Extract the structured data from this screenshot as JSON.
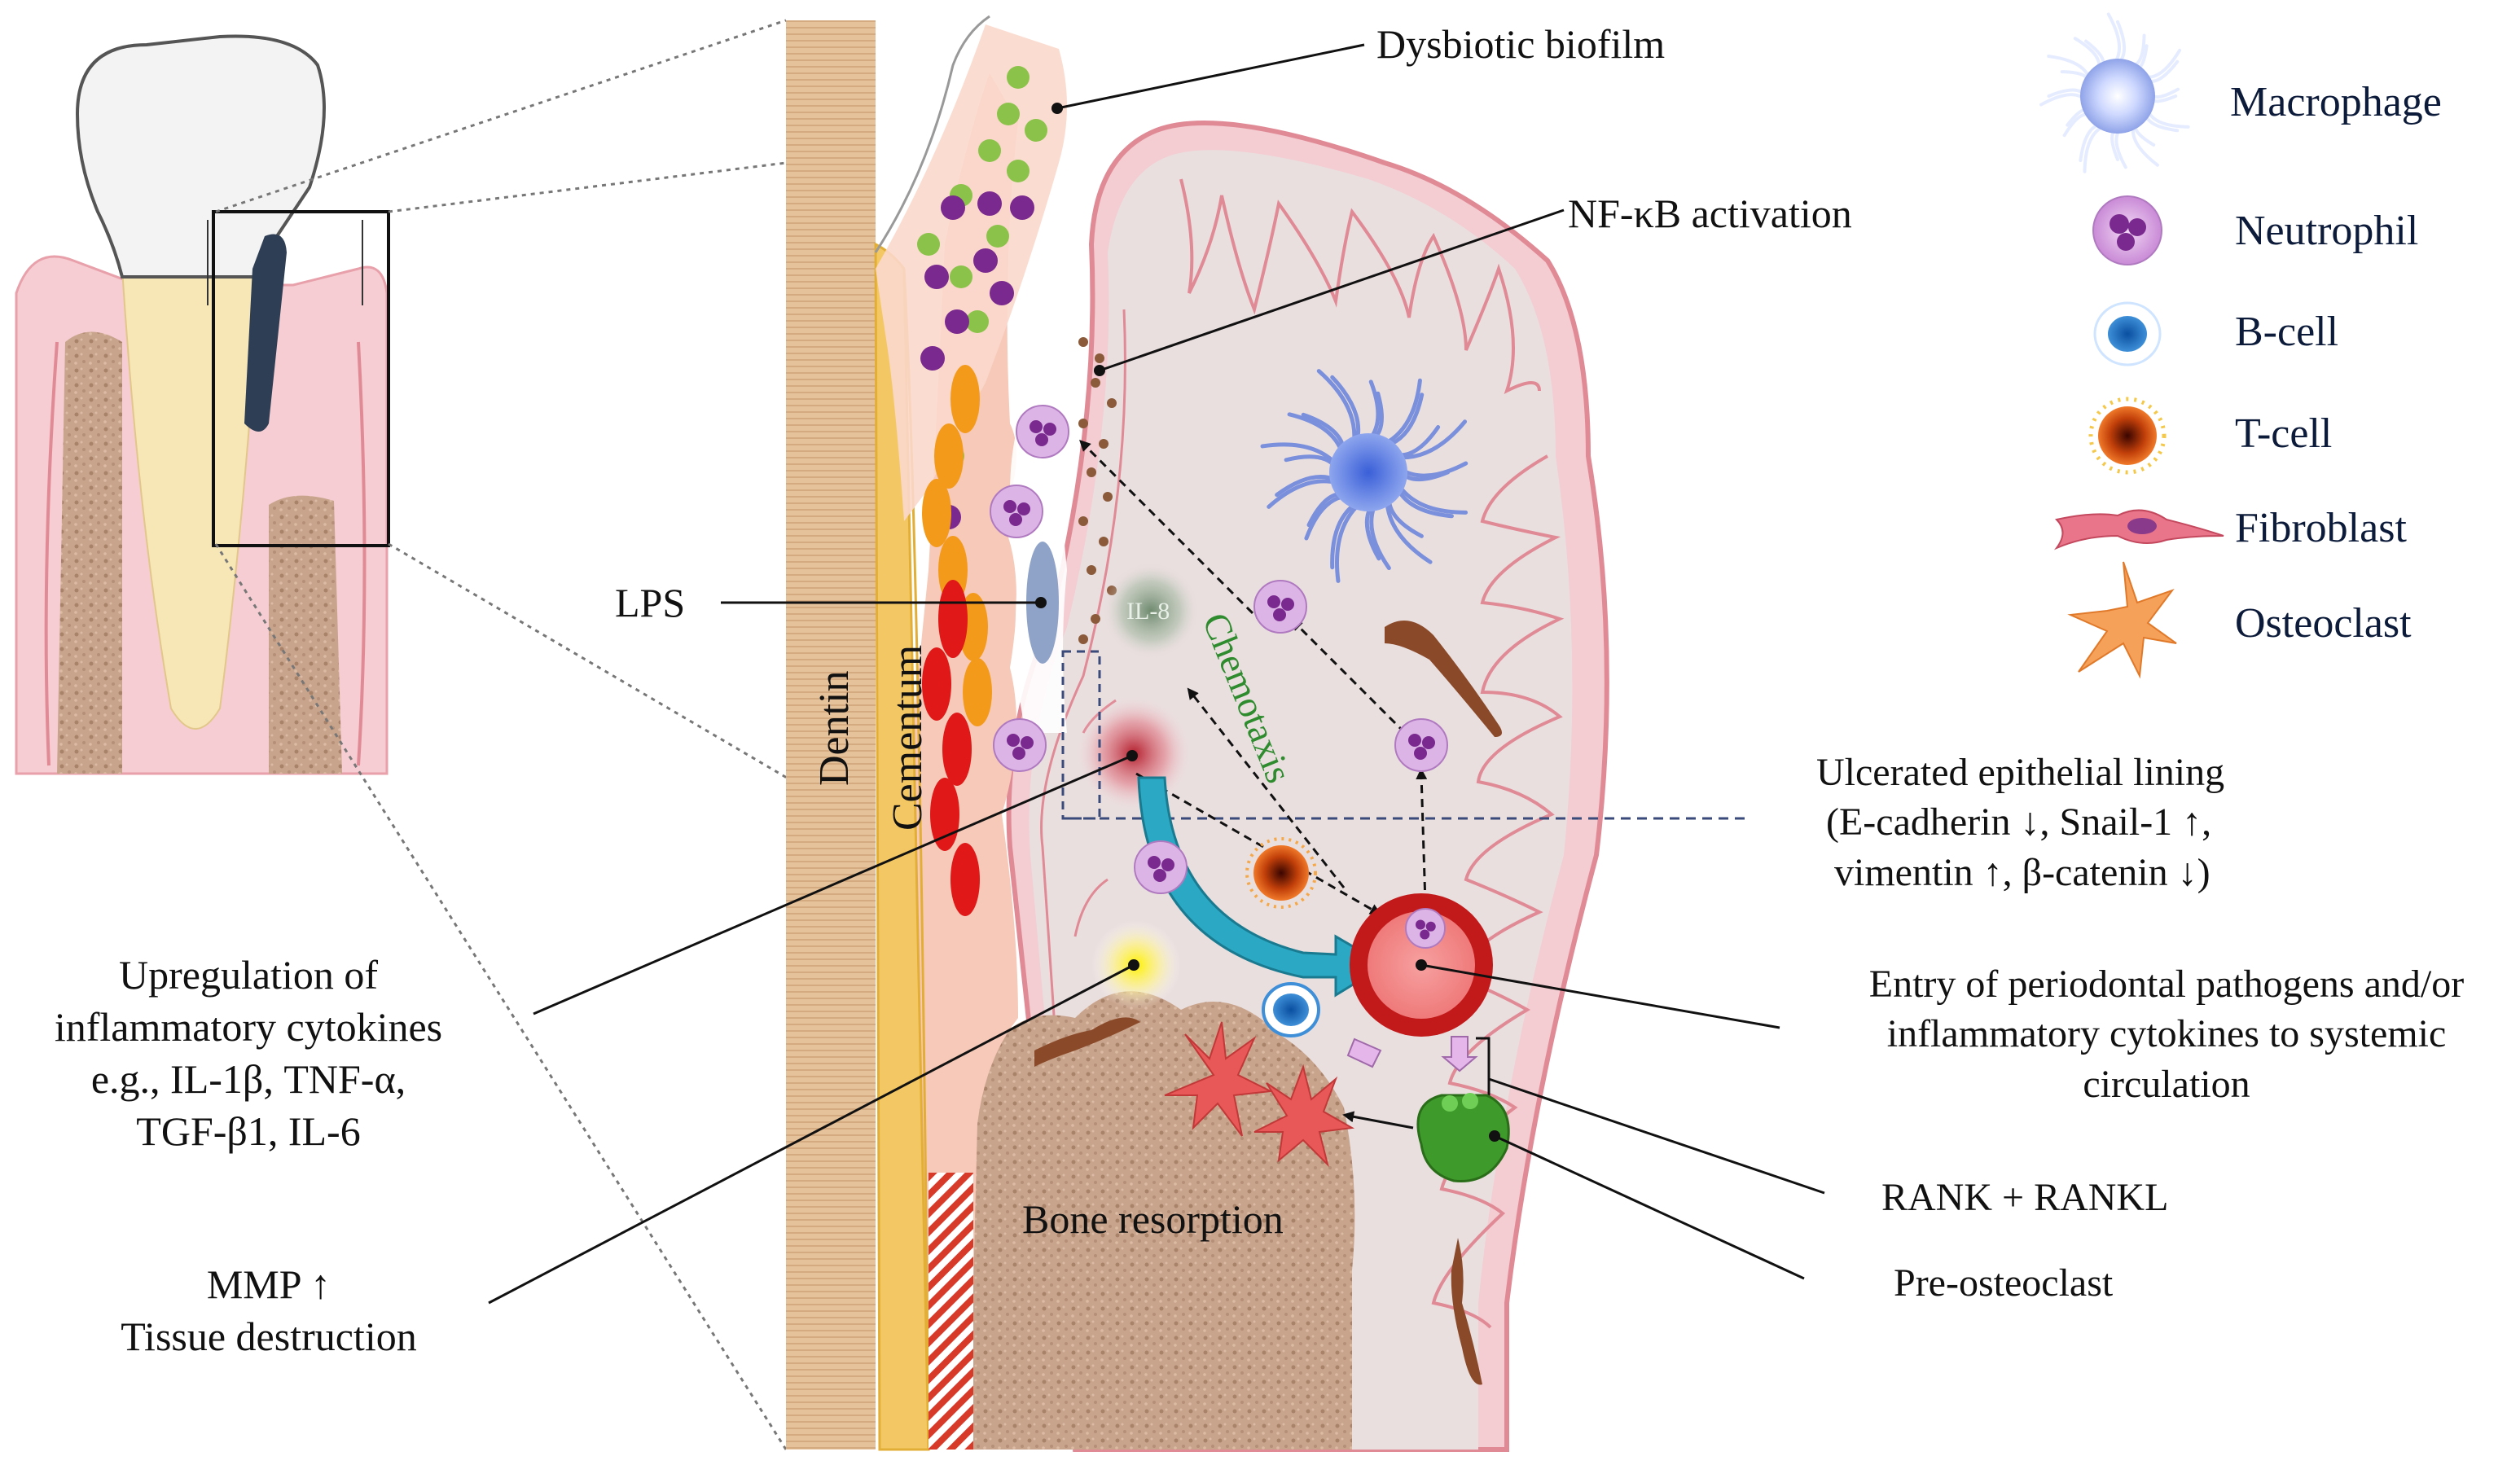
{
  "labels": {
    "dysbiotic_biofilm": "Dysbiotic biofilm",
    "nfkb_activation": "NF-κB activation",
    "lps": "LPS",
    "il8": "IL-8",
    "chemotaxis": "Chemotaxis",
    "dentin": "Dentin",
    "cementum": "Cementum",
    "bone_resorption": "Bone resorption",
    "ulcerated_lines": [
      "Ulcerated epithelial lining",
      "(E-cadherin ↓, Snail-1 ↑,",
      "vimentin ↑, β-catenin ↓)"
    ],
    "entry_lines": [
      "Entry of periodontal pathogens and/or",
      "inflammatory cytokines to systemic",
      "circulation"
    ],
    "rank_rankl": "RANK + RANKL",
    "pre_osteoclast": "Pre-osteoclast",
    "upregulation_lines": [
      "Upregulation of",
      "inflammatory cytokines",
      "e.g., IL-1β, TNF-α,",
      "TGF-β1, IL-6"
    ],
    "mmp_lines": [
      "MMP ↑",
      "Tissue destruction"
    ]
  },
  "legend": {
    "items": [
      {
        "label": "Macrophage",
        "icon": "macrophage-icon"
      },
      {
        "label": "Neutrophil",
        "icon": "neutrophil-icon"
      },
      {
        "label": "B-cell",
        "icon": "b-cell-icon"
      },
      {
        "label": "T-cell",
        "icon": "t-cell-icon"
      },
      {
        "label": "Fibroblast",
        "icon": "fibroblast-icon"
      },
      {
        "label": "Osteoclast",
        "icon": "osteoclast-icon"
      }
    ]
  },
  "colors": {
    "legend_bg": "#1a73d8",
    "gingiva": "#f2c7cc",
    "gingiva_outline": "#e08a96",
    "bone": "#c9a48c",
    "cementum": "#f3c864",
    "dentin": "#e9caa0",
    "chemotaxis_arrow": "#2aa8c4",
    "vessel": "#c21a1a",
    "chemotaxis_text": "#2e8b2e"
  }
}
